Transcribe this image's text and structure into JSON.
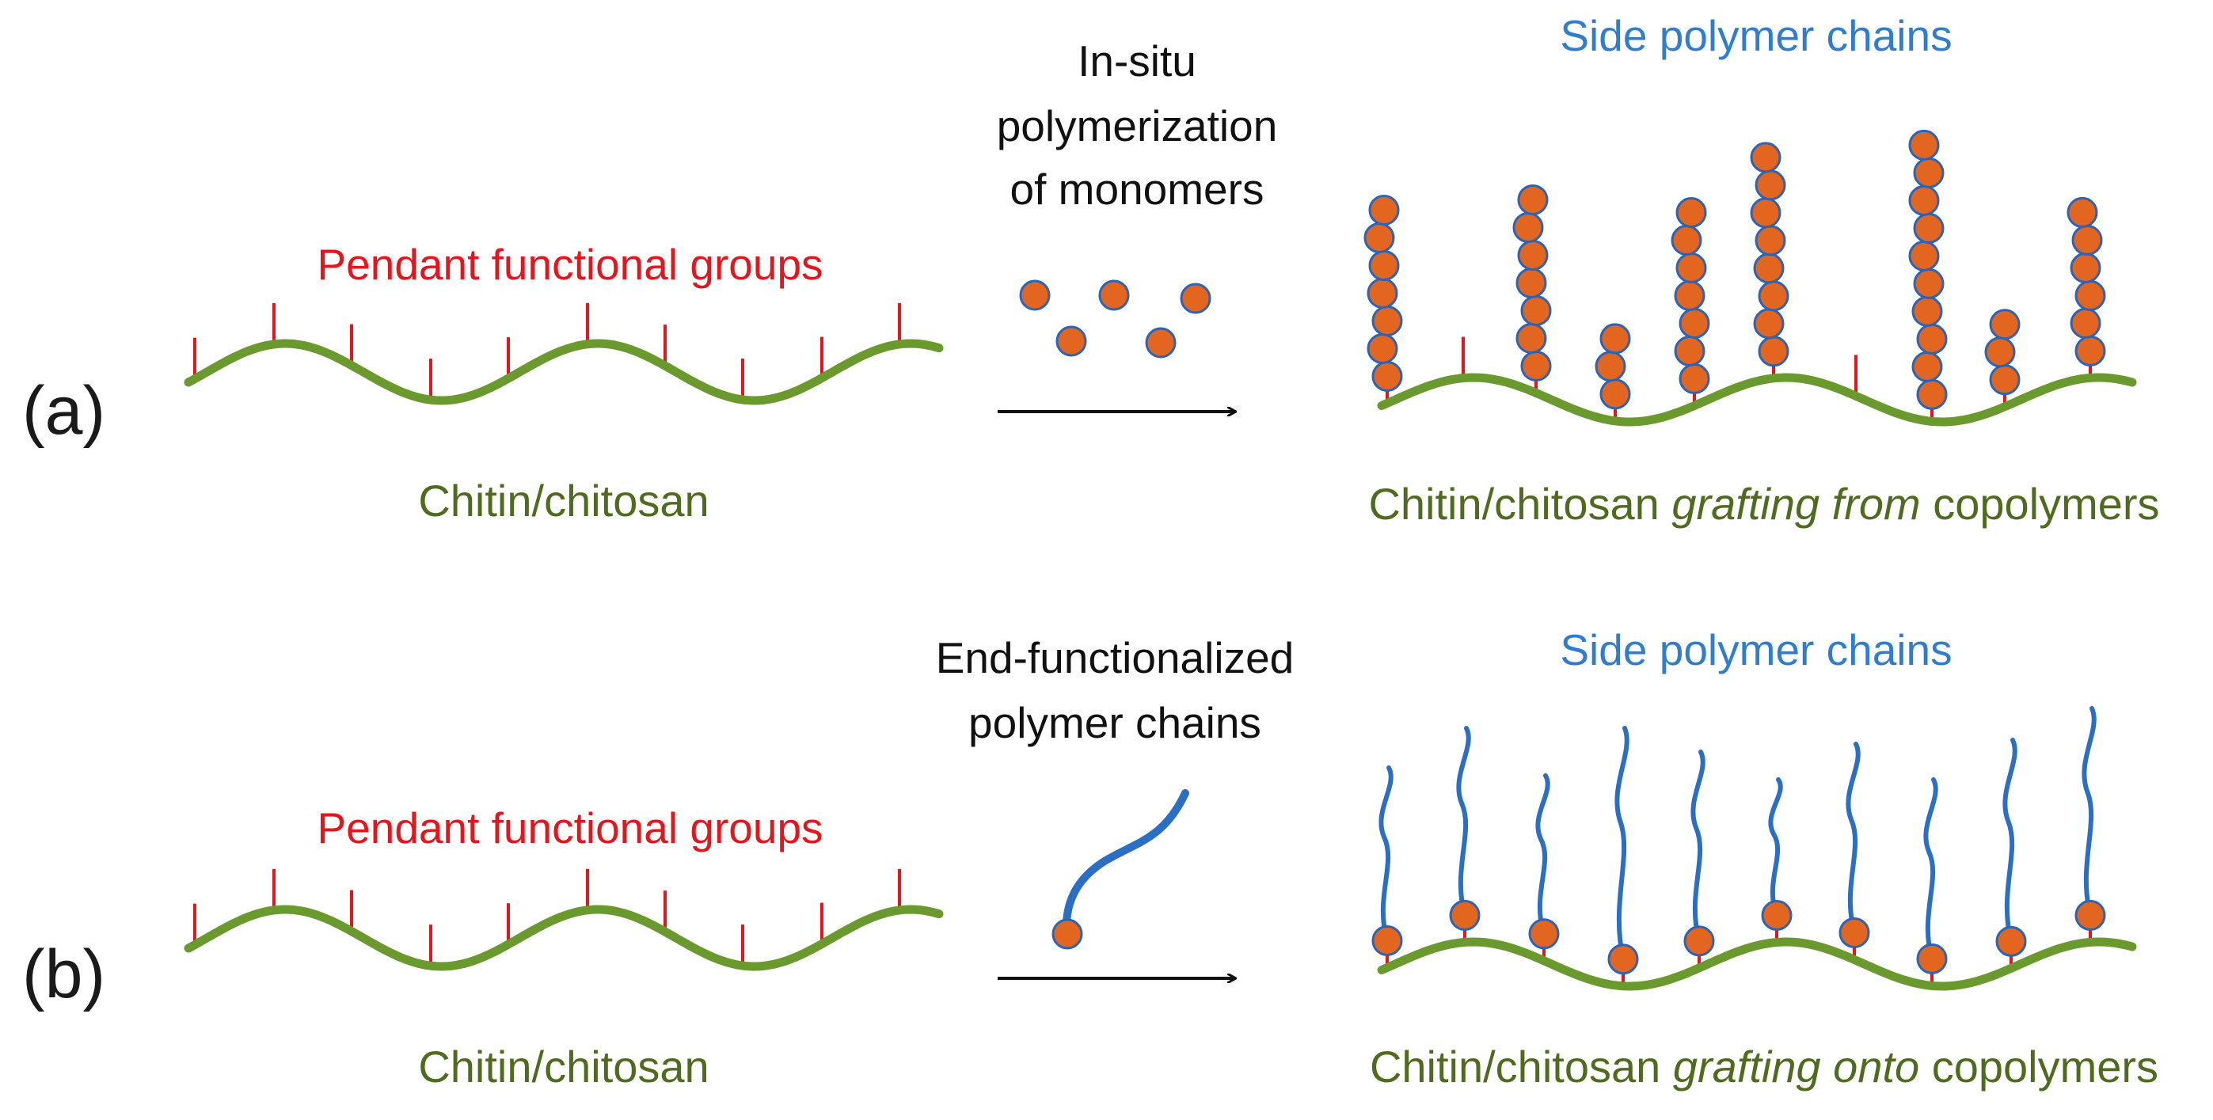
{
  "panels": [
    {
      "id": "a",
      "label": "(a)",
      "pendant_label": "Pendant functional groups",
      "backbone_label": "Chitin/chitosan",
      "process_label_lines": [
        "In-situ",
        "polymerization",
        "of monomers"
      ],
      "side_chain_label": "Side polymer chains",
      "product_label": {
        "pre": "Chitin/chitosan ",
        "emph": "grafting from",
        "post": " copolymers"
      },
      "chain_bead_counts": [
        7,
        7,
        3,
        7,
        8,
        10,
        3,
        6
      ]
    },
    {
      "id": "b",
      "label": "(b)",
      "pendant_label": "Pendant functional groups",
      "backbone_label": "Chitin/chitosan",
      "process_label_lines": [
        "End-functionalized",
        "polymer chains"
      ],
      "side_chain_label": "Side polymer chains",
      "product_label": {
        "pre": "Chitin/chitosan ",
        "emph": "grafting onto",
        "post": " copolymers"
      },
      "grafted_chain_count": 10
    }
  ],
  "colors": {
    "backbone": "#6a9a2e",
    "pendant": "#e8141c",
    "bead_fill": "#e2661f",
    "bead_stroke": "#2a64b8",
    "polymer_chain": "#2a6fc4",
    "arrow": "#111111"
  }
}
